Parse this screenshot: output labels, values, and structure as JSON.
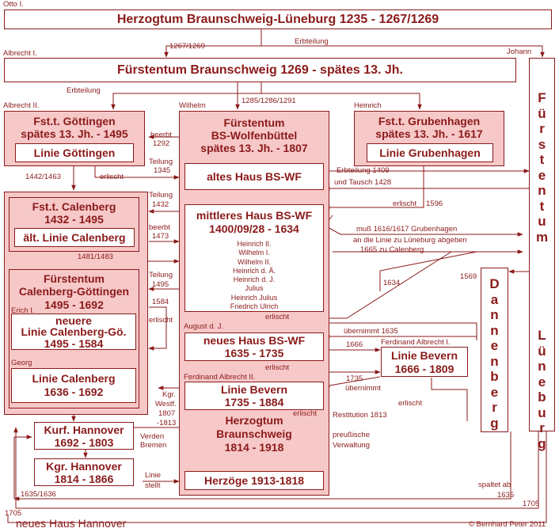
{
  "boxes": {
    "herzogtum_bl": "Herzogtum Braunschweig-Lüneburg 1235 - 1267/1269",
    "fuerstentum_bs": "Fürstentum Braunschweig   1269 - spätes 13. Jh.",
    "goettingen_title": "Fst.t. Göttingen",
    "goettingen_dates": "spätes 13. Jh. - 1495",
    "linie_goettingen": "Linie Göttingen",
    "bswf_title": "Fürstentum",
    "bswf_name": "BS-Wolfenbüttel",
    "bswf_dates": "spätes 13. Jh. - 1807",
    "grubenhagen_title": "Fst.t. Grubenhagen",
    "grubenhagen_dates": "spätes 13. Jh. - 1617",
    "linie_grubenhagen": "Linie Grubenhagen",
    "altes_haus": "altes Haus BS-WF",
    "calenberg_title": "Fst.t. Calenberg",
    "calenberg_dates": "1432 - 1495",
    "aelt_calenberg": "ält. Linie Calenberg",
    "mittleres_title": "mittleres Haus BS-WF",
    "mittleres_dates": "1400/09/28 - 1634",
    "mittleres_names": [
      "Heinrich II.",
      "Wilhelm I.",
      "Wilhelm II.",
      "Heinrich d. Ä.",
      "Heinrich d. J.",
      "Julius",
      "Heinrich Julius",
      "Friedrich Ulrich"
    ],
    "cal_goe_title": "Fürstentum",
    "cal_goe_name": "Calenberg-Göttingen",
    "cal_goe_dates": "1495 - 1692",
    "neuere_1": "neuere",
    "neuere_2": "Linie Calenberg-Gö.",
    "neuere_3": "1495 - 1584",
    "linie_calenberg_1": "Linie Calenberg",
    "linie_calenberg_2": "1636 - 1692",
    "neues_haus_1": "neues Haus BS-WF",
    "neues_haus_2": "1635 - 1735",
    "bevern_r_1": "Linie Bevern",
    "bevern_r_2": "1666 - 1809",
    "bevern_c_1": "Linie Bevern",
    "bevern_c_2": "1735 - 1884",
    "herz_bs_1": "Herzogtum",
    "herz_bs_2": "Braunschweig",
    "herz_bs_3": "1814 - 1918",
    "herzoege": "Herzöge 1913-1818",
    "kurf_1": "Kurf. Hannover",
    "kurf_2": "1692 - 1803",
    "kgr_1": "Kgr. Hannover",
    "kgr_2": "1814 - 1866",
    "fuerstentum_lueneburg_1": [
      "F",
      "ü",
      "r",
      "s",
      "t",
      "e",
      "n",
      "t",
      "u",
      "m"
    ],
    "fuerstentum_lueneburg_2": [
      "L",
      "ü",
      "n",
      "e",
      "b",
      "u",
      "r",
      "g"
    ],
    "dannenberg": [
      "D",
      "a",
      "n",
      "n",
      "e",
      "n",
      "b",
      "e",
      "r",
      "g"
    ]
  },
  "labels": {
    "otto": "Otto I.",
    "y1267": "1267/1269",
    "erbteilung1": "Erbteilung",
    "johann": "Johann",
    "albrecht1": "Albrecht I.",
    "erbteilung2": "Erbteilung",
    "y1285": "1285/1286/1291",
    "albrecht2": "Albrecht II.",
    "wilhelm": "Wilhelm",
    "heinrich": "Heinrich",
    "beerbt1292_a": "beerbt",
    "beerbt1292_b": "1292",
    "teilung1345_a": "Teilung",
    "teilung1345_b": "1345",
    "y1442": "1442/1463",
    "erlischt1": "erlischt",
    "erbteilung1409": "Erbteilung 1409",
    "tausch1428": "und Tausch 1428",
    "teilung1432_a": "Teilung",
    "teilung1432_b": "1432",
    "erlischt1596": "erlischt",
    "y1596": "1596",
    "beerbt1473_a": "beerbt",
    "beerbt1473_b": "1473",
    "muss1616": "muß 1616/1617 Grubenhagen",
    "linie_lueneburg": "an die Linie zu Lüneburg abgeben",
    "calenberg1665": "1665 zu Calenberg",
    "y1481": "1481/1483",
    "teilung1495_a": "Teilung",
    "teilung1495_b": "1495",
    "y1634": "1634",
    "y1569": "1569",
    "erich1": "Erich I.",
    "y1584": "1584",
    "erlischt_cal": "erlischt",
    "erlischt_mid": "erlischt",
    "august": "August d. J.",
    "uebernimmt1635": "übernimmt 1635",
    "georg": "Georg",
    "ferdinand1": "Ferdinand Albrecht I.",
    "y1666": "1666",
    "erlischt_neues": "erlischt",
    "ferdinand2": "Ferdinand Albrecht II.",
    "y1735": "1735",
    "uebernimmt": "übernimmt",
    "erlischt_bev": "erlischt",
    "kgr_westf_1": "Kgr.",
    "kgr_westf_2": "Westf.",
    "kgr_westf_3": "1807",
    "kgr_westf_4": "-1813",
    "erlischt_bevc": "erlischt",
    "restitution": "Restitution 1813",
    "verden_1": "Verden",
    "verden_2": "Bremen",
    "preussische_1": "preußische",
    "preussische_2": "Verwaltung",
    "linie_stellt_1": "Linie",
    "linie_stellt_2": "stellt",
    "spaltet": "spaltet ab",
    "y1635b": "1635",
    "y1635_1636": "1635/1636",
    "y1705a": "1705",
    "y1705b": "1705",
    "neues_haus_hannover": "neues Haus Hannover",
    "copyright": "© Bernhard Peter  2011"
  },
  "colors": {
    "line": "#8b1a1a",
    "fill": "#f7c8c8"
  }
}
